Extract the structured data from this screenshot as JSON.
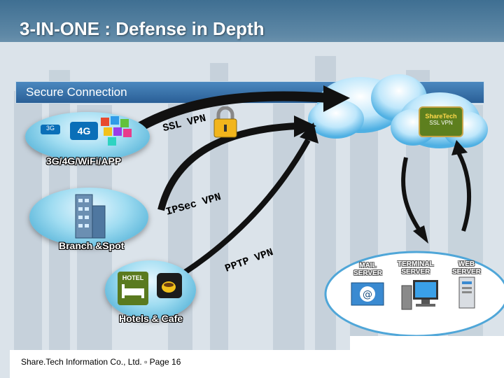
{
  "title": "3-IN-ONE : Defense in Depth",
  "section_bar": "Secure Connection",
  "sources": {
    "mobile": "3G/4G/WiFi/APP",
    "branch": "Branch &Spot",
    "hotel": "Hotels & Cafe"
  },
  "badges": {
    "g3": "3G",
    "g4": "4G",
    "hotel_sign": "HOTEL"
  },
  "vpn": {
    "ssl": "SSL VPN",
    "ipsec": "IPSec VPN",
    "pptp": "PPTP VPN"
  },
  "brand_logo": {
    "name": "ShareTech",
    "sub": "SSL VPN"
  },
  "servers": {
    "mail": "MAIL\nSERVER",
    "terminal": "TERMINAL\nSERVER",
    "web": "WEB\nSERVER"
  },
  "footer": "Share.Tech Information Co., Ltd.  ▫  Page 16",
  "colors": {
    "accent": "#2a5f96",
    "arrow": "#111111"
  }
}
